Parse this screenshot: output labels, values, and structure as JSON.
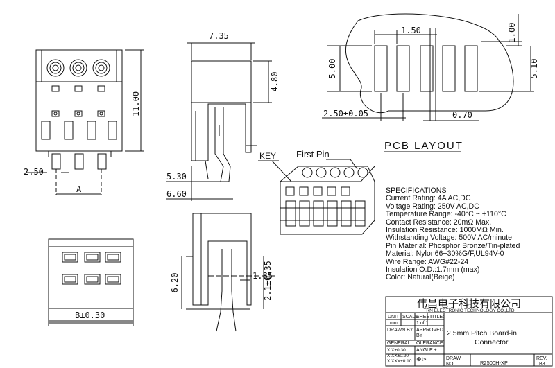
{
  "dims": {
    "d735": "7.35",
    "d480": "4.80",
    "d1100": "11.00",
    "d250": "2.50",
    "dA": "A",
    "d530": "5.30",
    "d660": "6.60",
    "d620": "6.20",
    "d185": "1.85",
    "d21": "2.1±0.35",
    "dB": "B±0.30",
    "d150": "1.50",
    "d100": "1.00",
    "d500": "5.00",
    "d510": "5.10",
    "d250b": "2.50±0.05",
    "d070": "0.70"
  },
  "labels": {
    "pcb_layout": "PCB LAYOUT",
    "key": "KEY",
    "first_pin": "First Pin"
  },
  "specs": {
    "title": "SPECIFICATIONS",
    "lines": [
      "Current Rating: 4A AC,DC",
      "Voltage Rating: 250V AC,DC",
      "Temperature Range: -40°C ~ +110°C",
      "Contact Resistance: 20mΩ Max.",
      "Insulation Resistance: 1000MΩ Min.",
      "Withstanding Voltage: 500V AC/minute",
      "Pin Material: Phosphor Bronze/Tin-plated",
      "Material: Nylon66+30%G/F,UL94V-0",
      "Wire Range: AWG#22-24",
      "Insulation O.D.:1.7mm (max)",
      "Color: Natural(Beige)"
    ]
  },
  "titleblock": {
    "company_cn": "伟昌电子科技有限公司",
    "company_en": "TRN ELECTRONIC TECHNOLOGY CO.,LTD",
    "unit": "UNIT",
    "scale": "SCALE",
    "sheet": "SHEET",
    "title_label": "TITLE:",
    "mm": "mm",
    "sheet_val": "1 of 1",
    "drawn_by": "DRAWN BY",
    "approved_by_1": "APPROVED",
    "approved_by_2": "BY",
    "title_1": "2.5mm Pitch Board-in",
    "title_2": "Connector",
    "general": "GENERAL",
    "tolerance": "OLERANCE",
    "angle": "ANGLE:±",
    "tol1": "X.X±0.30",
    "tol2": "X.XX±0.20",
    "tol3": "X.XXX±0.10",
    "draw": "DRAW",
    "no": "NO.",
    "part_no": "R2500H-XP",
    "rev": "REV.",
    "rev_val": "B3"
  }
}
